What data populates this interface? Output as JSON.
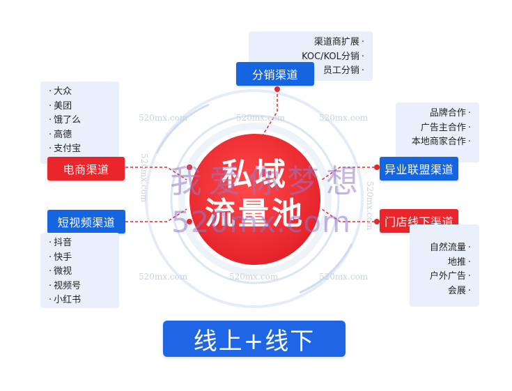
{
  "center": {
    "line1": "私域",
    "line2": "流量池"
  },
  "watermark": {
    "cn": "我爱你梦想",
    "en": "520mx.com",
    "small": "520mx.com"
  },
  "channels": {
    "distribution": {
      "label": "分销渠道",
      "items": [
        "渠道商扩展",
        "KOC/KOL分销",
        "员工分销"
      ]
    },
    "ecommerce": {
      "label": "电商渠道",
      "items": [
        "大众",
        "美团",
        "饿了么",
        "高德",
        "支付宝"
      ]
    },
    "alliance": {
      "label": "异业联盟渠道",
      "items": [
        "品牌合作",
        "广告主合作",
        "本地商家合作"
      ]
    },
    "short_video": {
      "label": "短视频渠道",
      "items": [
        "抖音",
        "快手",
        "微视",
        "视频号",
        "小红书"
      ]
    },
    "offline_store": {
      "label": "门店线下渠道",
      "items": [
        "自然流量",
        "地推",
        "户外广告",
        "会展"
      ]
    }
  },
  "bottom": {
    "label": "线上+线下"
  },
  "colors": {
    "blue": "#1565e0",
    "red": "#e8262c",
    "list_bg": "#e9f0fb",
    "ring": "#dce8f7"
  }
}
